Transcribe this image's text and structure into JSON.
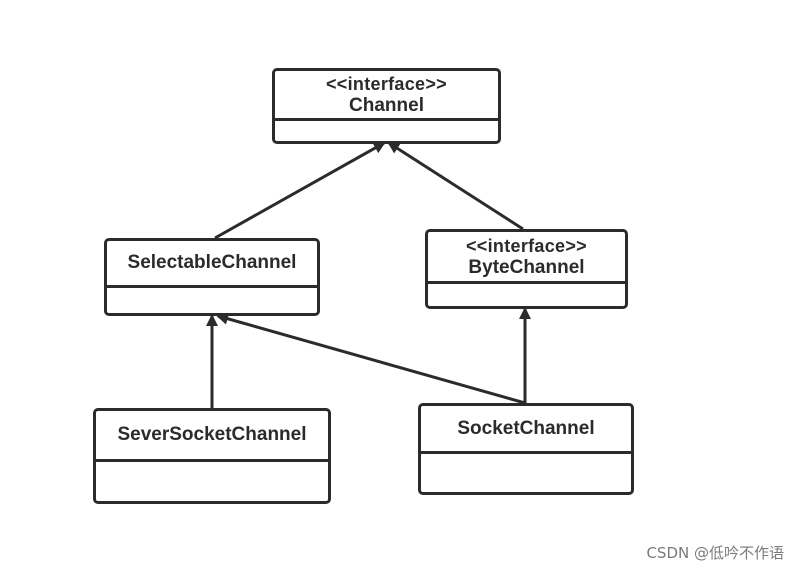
{
  "diagram": {
    "type": "uml-class-diagram",
    "nodes": [
      {
        "id": "channel",
        "stereotype": "<<interface>>",
        "name": "Channel"
      },
      {
        "id": "selectable",
        "stereotype": "",
        "name": "SelectableChannel"
      },
      {
        "id": "byte",
        "stereotype": "<<interface>>",
        "name": "ByteChannel"
      },
      {
        "id": "server",
        "stereotype": "",
        "name": "SeverSocketChannel"
      },
      {
        "id": "socket",
        "stereotype": "",
        "name": "SocketChannel"
      }
    ],
    "edges": [
      {
        "from": "selectable",
        "to": "channel",
        "kind": "inheritance"
      },
      {
        "from": "byte",
        "to": "channel",
        "kind": "inheritance"
      },
      {
        "from": "server",
        "to": "selectable",
        "kind": "inheritance"
      },
      {
        "from": "socket",
        "to": "selectable",
        "kind": "inheritance"
      },
      {
        "from": "socket",
        "to": "byte",
        "kind": "inheritance"
      }
    ]
  },
  "watermark": "CSDN @低吟不作语",
  "colors": {
    "stroke": "#2b2b2b",
    "background": "#ffffff",
    "watermark": "#7a7a7a"
  }
}
